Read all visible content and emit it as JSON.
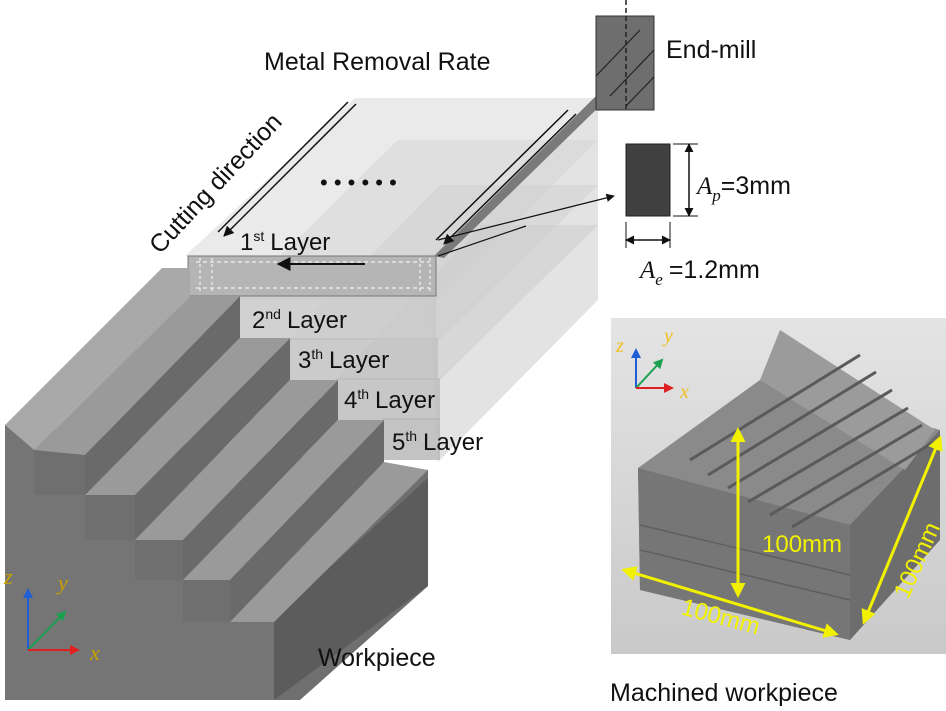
{
  "labels": {
    "metal_removal_rate": "Metal Removal Rate",
    "end_mill": "End-mill",
    "cutting_direction": "Cutting direction",
    "ellipsis": "• • • • • •",
    "workpiece": "Workpiece",
    "machined_workpiece": "Machined workpiece"
  },
  "layers": [
    {
      "num": "1",
      "sup": "st",
      "word": "Layer"
    },
    {
      "num": "2",
      "sup": "nd",
      "word": "Layer"
    },
    {
      "num": "3",
      "sup": "th",
      "word": "Layer"
    },
    {
      "num": "4",
      "sup": "th",
      "word": "Layer"
    },
    {
      "num": "5",
      "sup": "th",
      "word": "Layer"
    }
  ],
  "cut_section": {
    "ap_symbol": "A",
    "ap_sub": "p",
    "ap_value": "=3mm",
    "ae_symbol": "A",
    "ae_sub": "e",
    "ae_value": "=1.2mm"
  },
  "axes": {
    "z": "z",
    "y": "y",
    "x": "x"
  },
  "photo": {
    "dim_height": "100mm",
    "dim_width": "100mm",
    "dim_depth": "100mm",
    "dim_color": "#f2f200"
  },
  "colors": {
    "axis_x": "#e02020",
    "axis_y": "#1aa050",
    "axis_z": "#1f5fd6",
    "axis_label_photo": "#f0c020",
    "axis_label_main": "#c8a000"
  }
}
